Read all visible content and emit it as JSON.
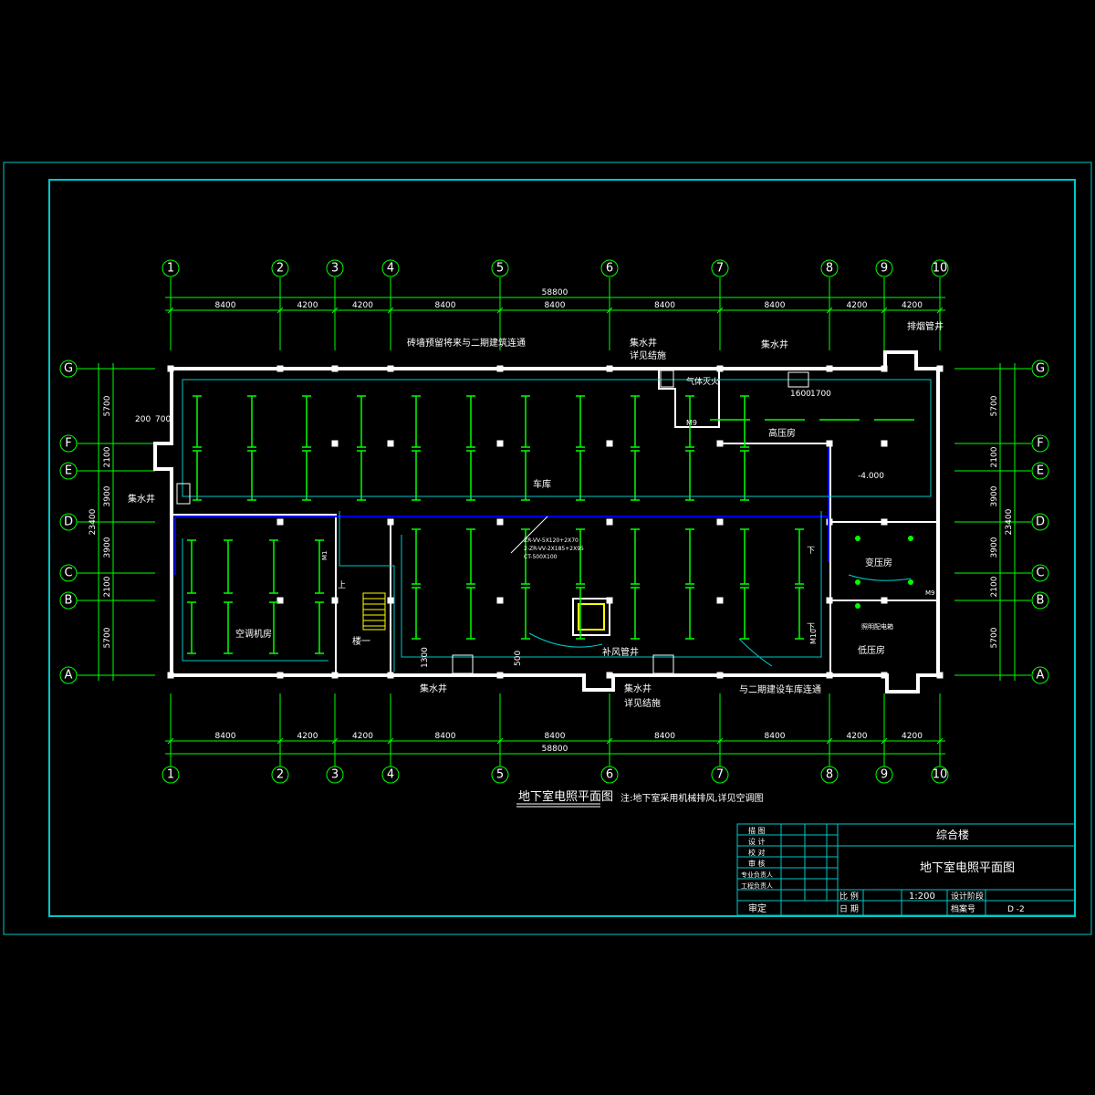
{
  "colors": {
    "background": "#000000",
    "frame": "#00c8c8",
    "wall": "#ffffff",
    "axis": "#00ff00",
    "fixture": "#00ff00",
    "cable": "#0000ff",
    "wire": "#00c8c8",
    "stair": "#ffff00"
  },
  "axes_top": [
    "1",
    "2",
    "3",
    "4",
    "5",
    "6",
    "7",
    "8",
    "9",
    "10"
  ],
  "axes_side": [
    "G",
    "F",
    "E",
    "D",
    "C",
    "B",
    "A"
  ],
  "dims_horizontal": [
    "8400",
    "4200",
    "4200",
    "8400",
    "8400",
    "8400",
    "8400",
    "4200",
    "4200"
  ],
  "dims_horizontal_total": "58800",
  "dims_vertical": [
    "5700",
    "2100",
    "3900",
    "3900",
    "2100",
    "5700"
  ],
  "dims_vertical_total": "23400",
  "labels": {
    "top_note": "砖墙预留将来与二期建筑连通",
    "sump_top1": "集水井",
    "sump_top1_note": "详见结施",
    "gas_fire": "气体灭火",
    "sump_top2": "集水井",
    "dim_1600": "1600",
    "dim_1700": "1700",
    "exhaust_well": "排烟管井",
    "hv_room": "高压房",
    "dim_200": "200",
    "dim_700": "700",
    "sump_left": "集水井",
    "garage": "车库",
    "elev_level": "-4.000",
    "cable_note1": "ZR-VV-5X120+2X70",
    "cable_note2": "2-ZR-VV-2X185+2X95",
    "cable_note3": "CT-500X100",
    "transformer_room": "变压房",
    "ac_room": "空调机房",
    "stair_label": "楼一",
    "down1": "下",
    "down2": "下",
    "up": "上",
    "lighting_panel": "照明配电箱",
    "lv_room": "低压房",
    "air_well": "补风管井",
    "sump_bottom1": "集水井",
    "sump_bottom2": "集水井",
    "sump_bottom2_note": "详见结施",
    "connect_note": "与二期建设车库连通",
    "dim_1300": "1300",
    "dim_500": "500",
    "door_m9": "M9",
    "door_m10": "M10",
    "door_m1": "M1",
    "door_m9b": "M9"
  },
  "drawing_title": "地下室电照平面图",
  "drawing_note": "注:地下室采用机械排风,详见空调图",
  "title_block": {
    "project": "综合楼",
    "sheet_title": "地下室电照平面图",
    "roles": [
      "描 图",
      "设 计",
      "校 对",
      "审 核",
      "专业负责人",
      "工程负责人"
    ],
    "approve": "审定",
    "scale_label": "比 例",
    "scale_value": "1:200",
    "date_label": "日 期",
    "stage_label": "设计阶段",
    "file_label": "档案号",
    "sheet_no": "D -2"
  }
}
